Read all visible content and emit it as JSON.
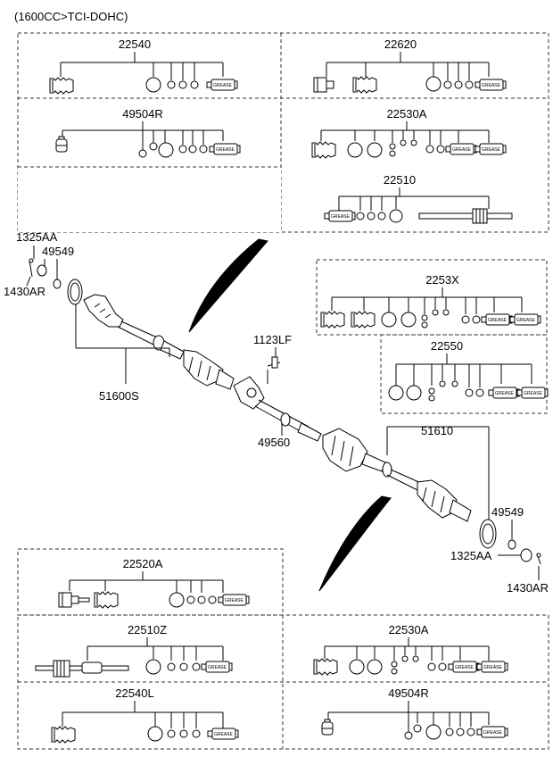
{
  "header": {
    "title": "(1600CC>TCI-DOHC)"
  },
  "kit_labels": {
    "k22540": "22540",
    "k22620": "22620",
    "k49504R_top": "49504R",
    "k22530A_top": "22530A",
    "k22510": "22510",
    "k2253X": "2253X",
    "k22550": "22550",
    "k22520A": "22520A",
    "k22510Z": "22510Z",
    "k22530A_bottom": "22530A",
    "k22540L": "22540L",
    "k49504R_bottom": "49504R"
  },
  "part_labels": {
    "p1325AA_left": "1325AA",
    "p49549_left": "49549",
    "p1430AR_left": "1430AR",
    "p51600S": "51600S",
    "p1123LF": "1123LF",
    "p49560": "49560",
    "p51610": "51610",
    "p49549_right": "49549",
    "p1325AA_right": "1325AA",
    "p1430AR_right": "1430AR"
  },
  "grease_text": "GREASE",
  "colors": {
    "line": "#000000",
    "box_border": "#333333",
    "background": "#ffffff"
  }
}
